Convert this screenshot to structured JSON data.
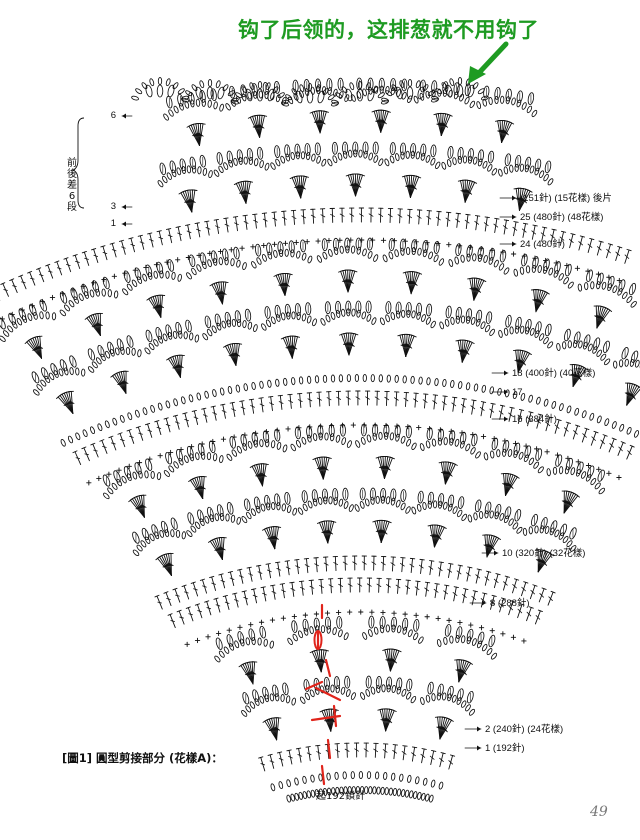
{
  "annotation": {
    "text": "钩了后领的，这排葱就不用钩了",
    "color": "#1e9b22"
  },
  "side_label": "前後差6段",
  "rows_left": [
    {
      "label": "6"
    },
    {
      "label": "3"
    },
    {
      "label": "1"
    }
  ],
  "rows_right": [
    {
      "label": "(151針) (15花樣) 後片"
    },
    {
      "label": "25 (480針) (48花樣)"
    },
    {
      "label": "24 (480針)"
    },
    {
      "label": "18 (400針) (40花樣)"
    },
    {
      "label": "17"
    },
    {
      "label": "16 (384針)"
    },
    {
      "label": "10 (320針) (32花樣)"
    },
    {
      "label": "8 (288針)"
    },
    {
      "label": "2 (240針) (24花樣)"
    },
    {
      "label": "1 (192針)"
    }
  ],
  "caption": "[圖1] 圓型剪接部分 (花樣A)：",
  "start_note": "起192鎖針",
  "page_number": "49",
  "colors": {
    "ink": "#111111",
    "highlight": "#e0241b",
    "arrow": "#1e9b22",
    "page_number": "#777777"
  },
  "icons": [
    "green-arrow-icon",
    "red-highlight-marks",
    "left-arrow-icon",
    "right-arrow-icon",
    "bracket-icon"
  ]
}
